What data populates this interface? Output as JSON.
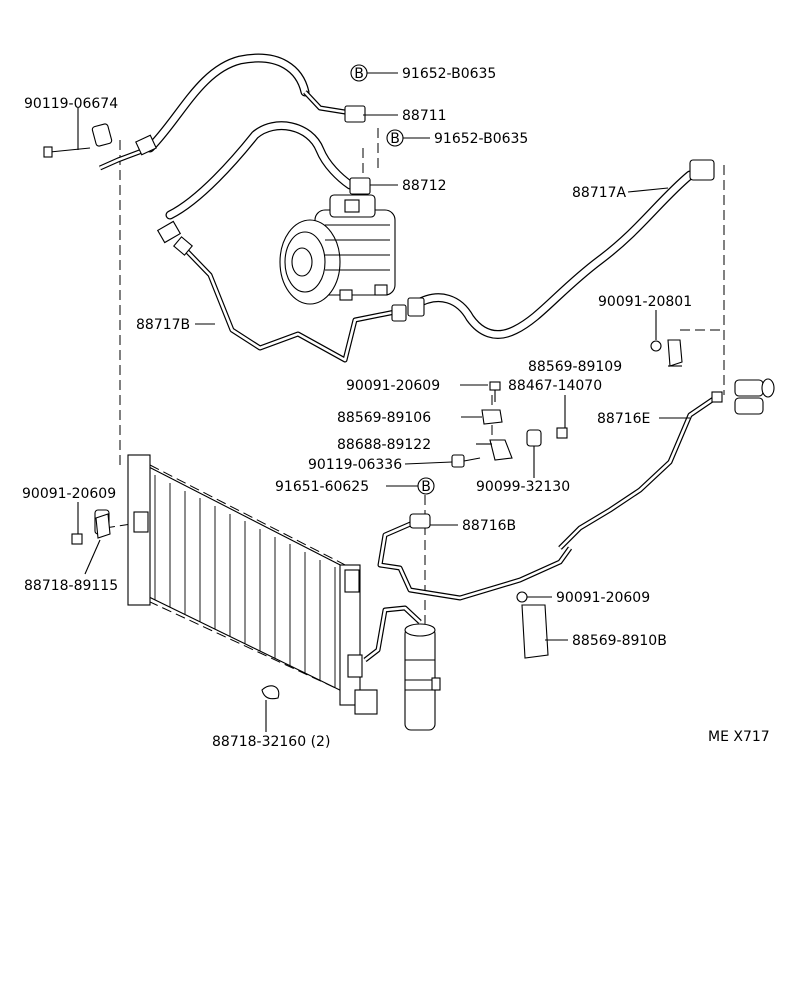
{
  "diagram": {
    "code": "ME X717",
    "bolt_marker": "B",
    "labels": {
      "p90119_06674": "90119-06674",
      "p91652_b0635_a": "91652-B0635",
      "p88711": "88711",
      "p91652_b0635_b": "91652-B0635",
      "p88712": "88712",
      "p88717a": "88717A",
      "p88717b": "88717B",
      "p90091_20801": "90091-20801",
      "p88569_89109": "88569-89109",
      "p90091_20609_a": "90091-20609",
      "p88467_14070": "88467-14070",
      "p88716e": "88716E",
      "p88569_89106": "88569-89106",
      "p88688_89122": "88688-89122",
      "p90119_06336": "90119-06336",
      "p91651_60625": "91651-60625",
      "p90099_32130": "90099-32130",
      "p90091_20609_b": "90091-20609",
      "p88716b": "88716B",
      "p88718_89115": "88718-89115",
      "p90091_20609_c": "90091-20609",
      "p88569_8910b": "88569-8910B",
      "p88718_32160": "88718-32160 (2)"
    }
  }
}
